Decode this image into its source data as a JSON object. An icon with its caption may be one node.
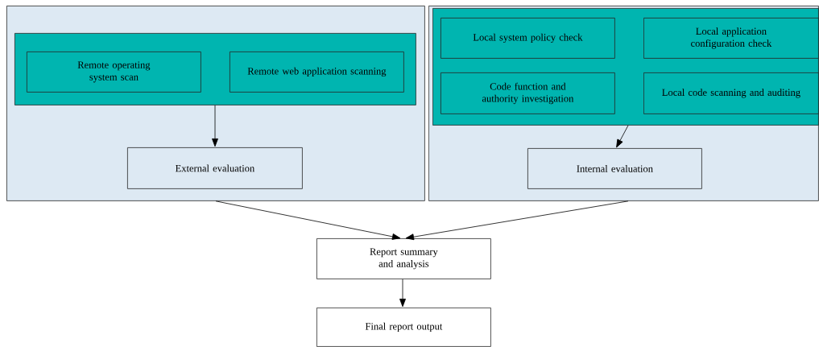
{
  "diagram": {
    "nodes": [
      {
        "text": [],
        "shape": "box"
      },
      {
        "text": [],
        "shape": "box",
        "in": 0
      },
      {
        "text": [
          "Remote operating system scan"
        ],
        "in": 1
      },
      {
        "text": [
          "Remote web application scanning"
        ],
        "in": 1
      },
      {
        "text": [
          "External evaluation"
        ],
        "in": 0
      },
      {
        "text": [],
        "shape": "box"
      },
      {
        "text": [],
        "shape": "box",
        "in": 5
      },
      {
        "text": [
          "Local system policy check"
        ],
        "in": 6
      },
      {
        "text": [
          "Local application configuration check"
        ],
        "in": 6
      },
      {
        "text": [
          "Code function and authority investigation"
        ],
        "in": 6
      },
      {
        "text": [
          "Local code scanning and auditing"
        ],
        "in": 6
      },
      {
        "text": [
          "Internal evaluation"
        ],
        "in": 5
      },
      {
        "text": [
          "Report summary and analysis"
        ]
      },
      {
        "text": [
          "Final report output"
        ]
      }
    ],
    "edges": [
      {
        "from": 1,
        "to": 4,
        "arrow": "to"
      },
      {
        "from": 6,
        "to": 11,
        "arrow": "to"
      },
      {
        "from": 0,
        "to": 12,
        "arrow": "to"
      },
      {
        "from": 5,
        "to": 12,
        "arrow": "to"
      },
      {
        "from": 12,
        "to": 13,
        "arrow": "to"
      }
    ]
  }
}
